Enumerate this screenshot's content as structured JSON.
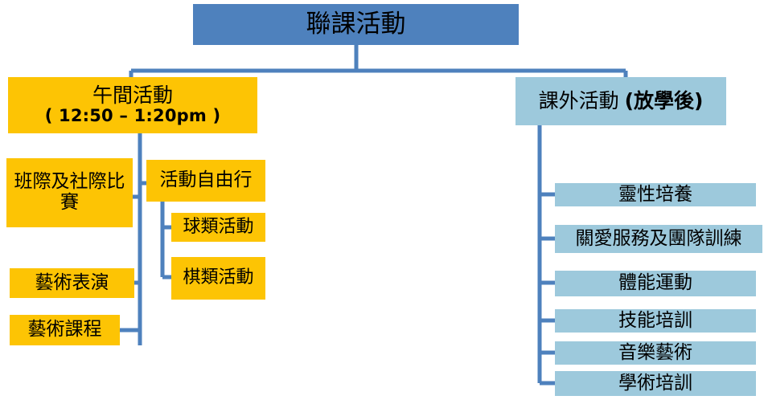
{
  "diagram": {
    "type": "organizational-tree",
    "title": "聯課活動",
    "colors": {
      "root_fill": "#4E81BD",
      "gold_fill": "#FDC404",
      "light_blue_fill": "#9DC9DC",
      "connector": "#4E81BD",
      "text": "#000000",
      "background": "#FFFFFF"
    },
    "root": {
      "label": "聯課活動"
    },
    "branches": {
      "lunch": {
        "label_main": "午間活動",
        "label_time": "( 12:50 – 1:20pm )",
        "children": [
          {
            "label": "班際及社際比賽"
          },
          {
            "label": "活動自由行",
            "children": [
              {
                "label": "球類活動"
              },
              {
                "label": "棋類活動"
              }
            ]
          },
          {
            "label": "藝術表演"
          },
          {
            "label": "藝術課程"
          }
        ]
      },
      "after_school": {
        "label_main": "課外活動",
        "label_suffix": "(放學後)",
        "children": [
          {
            "label": "靈性培養"
          },
          {
            "label": "關愛服務及團隊訓練"
          },
          {
            "label": "體能運動"
          },
          {
            "label": "技能培訓"
          },
          {
            "label": "音樂藝術"
          },
          {
            "label": "學術培訓"
          }
        ]
      }
    }
  }
}
